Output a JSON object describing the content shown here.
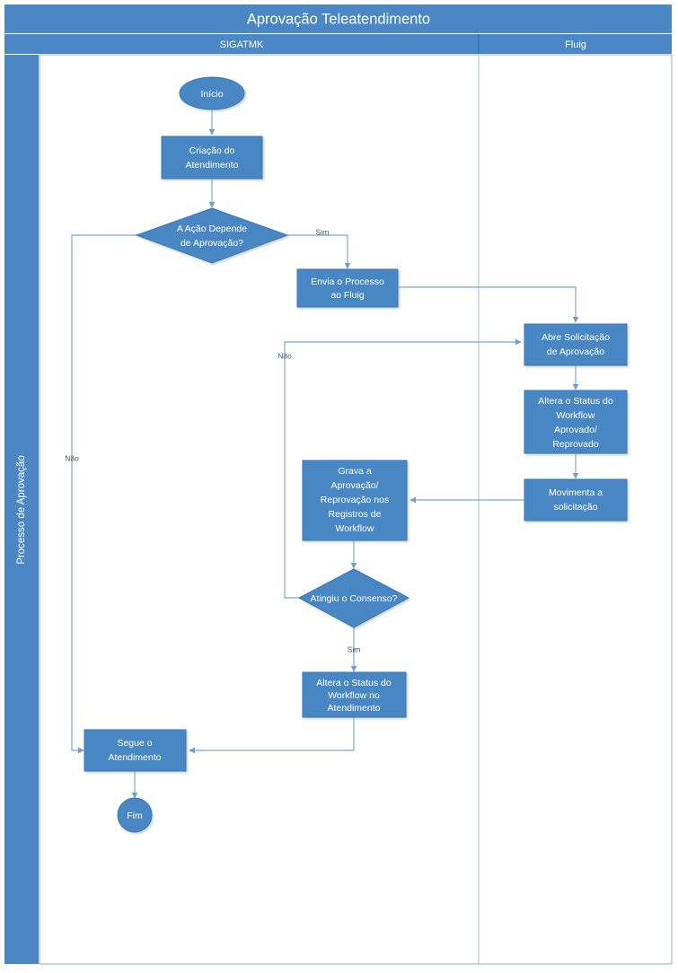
{
  "diagram": {
    "title": "Aprovação Teleatendimento",
    "pool_label": "Processo de Aprovação",
    "lanes": [
      {
        "id": "sigatmk",
        "label": "SIGATMK"
      },
      {
        "id": "fluig",
        "label": "Fluig"
      }
    ]
  },
  "colors": {
    "shape_fill": "#4a87c4",
    "shape_stroke": "#3b7ab5",
    "band_fill": "#4a87c4",
    "connector": "#7aa8ce",
    "label_text": "#3f5d73",
    "node_text": "#ffffff",
    "canvas": "#ffffff"
  },
  "nodes": [
    {
      "id": "inicio",
      "type": "terminator",
      "lane": "sigatmk",
      "lines": [
        "Início"
      ]
    },
    {
      "id": "criacao",
      "type": "process",
      "lane": "sigatmk",
      "lines": [
        "Criação do",
        "Atendimento"
      ]
    },
    {
      "id": "depende",
      "type": "decision",
      "lane": "sigatmk",
      "lines": [
        "A Ação Depende",
        "de Aprovação?"
      ]
    },
    {
      "id": "envia",
      "type": "process",
      "lane": "sigatmk",
      "lines": [
        "Envia o Processo",
        "ao Fluig"
      ]
    },
    {
      "id": "abre",
      "type": "process",
      "lane": "fluig",
      "lines": [
        "Abre Solicitação",
        "de Aprovação"
      ]
    },
    {
      "id": "altera_status_wf",
      "type": "process",
      "lane": "fluig",
      "lines": [
        "Altera o Status do",
        "Workflow",
        "Aprovado/",
        "Reprovado"
      ]
    },
    {
      "id": "movimenta",
      "type": "process",
      "lane": "fluig",
      "lines": [
        "Movimenta a",
        "solicitação"
      ]
    },
    {
      "id": "grava",
      "type": "process",
      "lane": "sigatmk",
      "lines": [
        "Grava a",
        "Aprovação/",
        "Reprovação nos",
        "Registros de",
        "Workflow"
      ]
    },
    {
      "id": "consenso",
      "type": "decision",
      "lane": "sigatmk",
      "lines": [
        "Atingiu o Consenso?"
      ]
    },
    {
      "id": "altera_atend",
      "type": "process",
      "lane": "sigatmk",
      "lines": [
        "Altera o Status do",
        "Workflow no",
        "Atendimento"
      ]
    },
    {
      "id": "segue",
      "type": "process",
      "lane": "sigatmk",
      "lines": [
        "Segue o",
        "Atendimento"
      ]
    },
    {
      "id": "fim",
      "type": "terminator",
      "lane": "sigatmk",
      "lines": [
        "Fim"
      ]
    }
  ],
  "edges": [
    {
      "id": "e-inicio-criacao",
      "from": "inicio",
      "to": "criacao",
      "label": ""
    },
    {
      "id": "e-criacao-depende",
      "from": "criacao",
      "to": "depende",
      "label": ""
    },
    {
      "id": "e-depende-envia",
      "from": "depende",
      "to": "envia",
      "label": "Sim"
    },
    {
      "id": "e-depende-segue",
      "from": "depende",
      "to": "segue",
      "label": "Não"
    },
    {
      "id": "e-envia-abre",
      "from": "envia",
      "to": "abre",
      "label": ""
    },
    {
      "id": "e-abre-altera",
      "from": "abre",
      "to": "altera_status_wf",
      "label": ""
    },
    {
      "id": "e-altera-movimenta",
      "from": "altera_status_wf",
      "to": "movimenta",
      "label": ""
    },
    {
      "id": "e-movimenta-grava",
      "from": "movimenta",
      "to": "grava",
      "label": ""
    },
    {
      "id": "e-grava-consenso",
      "from": "grava",
      "to": "consenso",
      "label": ""
    },
    {
      "id": "e-consenso-abre",
      "from": "consenso",
      "to": "abre",
      "label": "Não"
    },
    {
      "id": "e-consenso-altera",
      "from": "consenso",
      "to": "altera_atend",
      "label": "Sim"
    },
    {
      "id": "e-altera-segue",
      "from": "altera_atend",
      "to": "segue",
      "label": ""
    },
    {
      "id": "e-segue-fim",
      "from": "segue",
      "to": "fim",
      "label": ""
    }
  ]
}
